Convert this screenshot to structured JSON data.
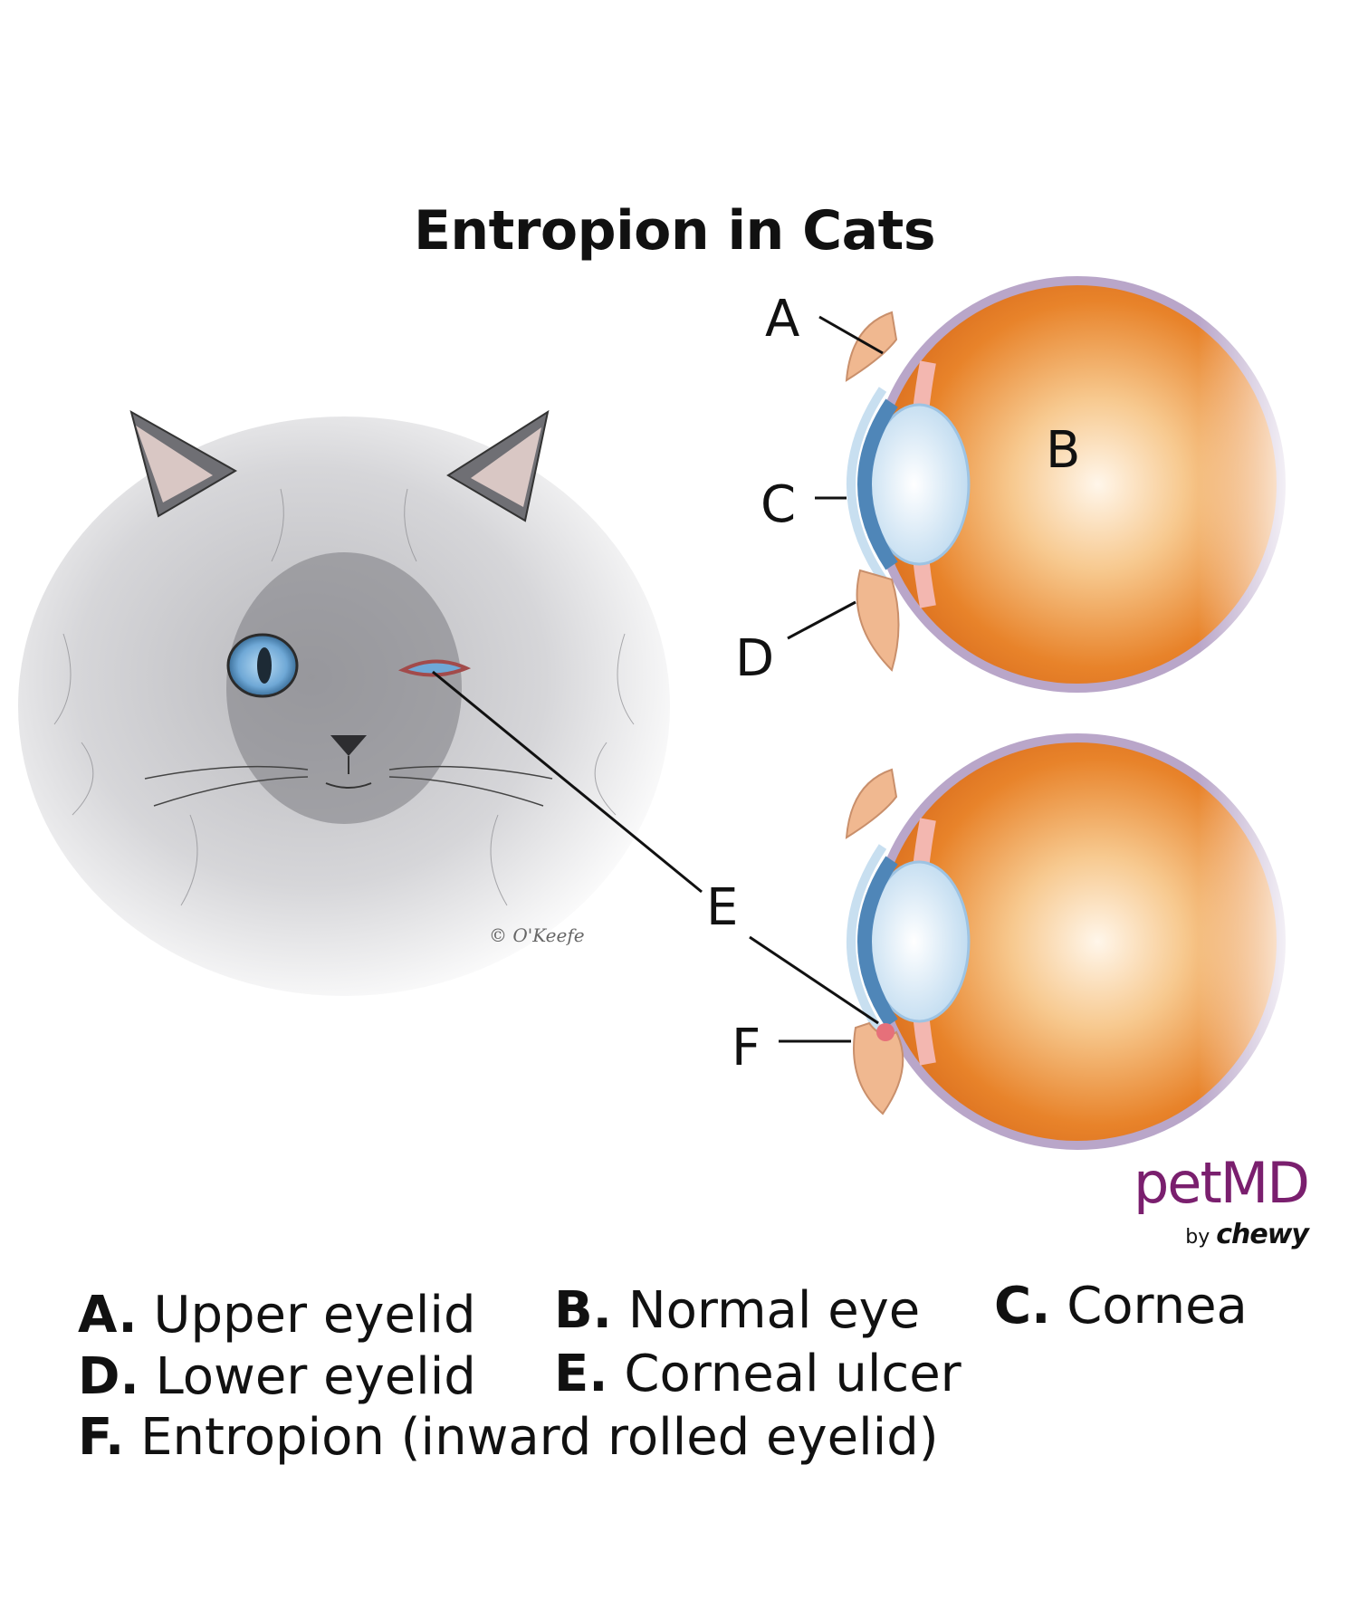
{
  "title": "Entropion in Cats",
  "labels": {
    "a": "A",
    "b": "B",
    "c": "C",
    "d": "D",
    "e": "E",
    "f": "F"
  },
  "logo": {
    "brand": "petMD",
    "by": "by",
    "parent": "chewy",
    "brand_color": "#7a1f6e"
  },
  "legend": [
    {
      "key": "A.",
      "text": "Upper eyelid"
    },
    {
      "key": "B.",
      "text": "Normal eye"
    },
    {
      "key": "C.",
      "text": "Cornea"
    },
    {
      "key": "D.",
      "text": "Lower eyelid"
    },
    {
      "key": "E.",
      "text": "Corneal ulcer"
    },
    {
      "key": "F.",
      "text": "Entropion (inward rolled eyelid)"
    }
  ],
  "signature": "© O'Keefe",
  "colors": {
    "eye_orange": "#e8832a",
    "iris_blue": "#6fa8d6",
    "fur_grey": "#8e8e92",
    "sclera_line": "#b9a6c9"
  }
}
